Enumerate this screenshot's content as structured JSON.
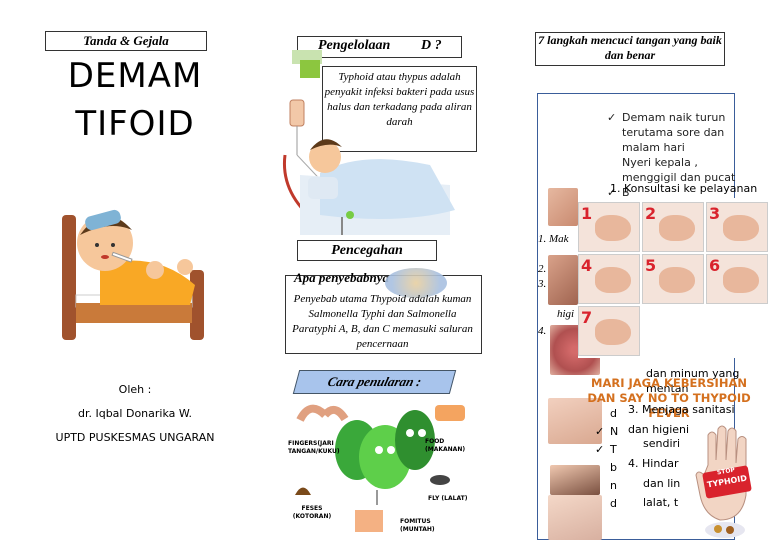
{
  "panel1": {
    "tag": "Tanda & Gejala",
    "title_line1": "DEMAM",
    "title_line2": "TIFOID",
    "by_label": "Oleh :",
    "author": "dr. Iqbal Donarika W.",
    "org": "UPTD PUSKESMAS UNGARAN"
  },
  "panel2": {
    "management_title": "Pengelolaan",
    "management_suffix": "D ?",
    "definition": "Typhoid atau thypus adalah penyakit infeksi bakteri pada usus halus dan terkadang pada aliran darah",
    "prevention_title": "Pencegahan",
    "cause_title": "Apa penyebabnya",
    "cause_text": "Penyebab utama Thypoid adalah kuman Salmonella Typhi dan Salmonella Paratyphi A, B, dan C memasuki saluran pencernaan",
    "transmission_title": "Cara penularan :",
    "diagram_labels": {
      "fingers": "FINGERS(JARI TANGAN/KUKU)",
      "food": "FOOD (MAKANAN)",
      "feces": "FESES (KOTORAN)",
      "fly": "FLY (LALAT)",
      "vomit": "FOMITUS (MUNTAH)"
    }
  },
  "panel3": {
    "handwash_title": "7 langkah mencuci tangan yang baik dan benar",
    "symptoms": [
      "Demam naik turun terutama sore dan malam hari",
      "Nyeri kepala , menggigil dan pucat",
      "B"
    ],
    "consult": "1.  Konsultasi ke pelayanan",
    "left_fragments": [
      "1.  Mak",
      "2.",
      "3.",
      "higi",
      "4."
    ],
    "step_numbers": [
      "1",
      "2",
      "3",
      "4",
      "5",
      "6",
      "7"
    ],
    "mid_text_a": "dan  minum yang mentah",
    "mid_text_b": "3.  Menjaga sanitasi dan higieni",
    "mid_text_c": "sendiri",
    "mid_text_d": "4.  Hindar",
    "mid_text_e": "dan lin",
    "mid_text_f": "lalat, t",
    "side_letters": [
      "d",
      "N",
      "T",
      "b",
      "n",
      "d"
    ],
    "slogan": "MARI JAGA KEBERSIHAN DAN SAY NO TO THYPOID FEVER",
    "stop_sign_top": "STOP",
    "stop_sign_main": "TYPHOID"
  },
  "colors": {
    "slogan": "#d4701e",
    "step_number": "#d9232d",
    "blue_border": "#3a5d9a",
    "stop_red": "#d9232d"
  }
}
